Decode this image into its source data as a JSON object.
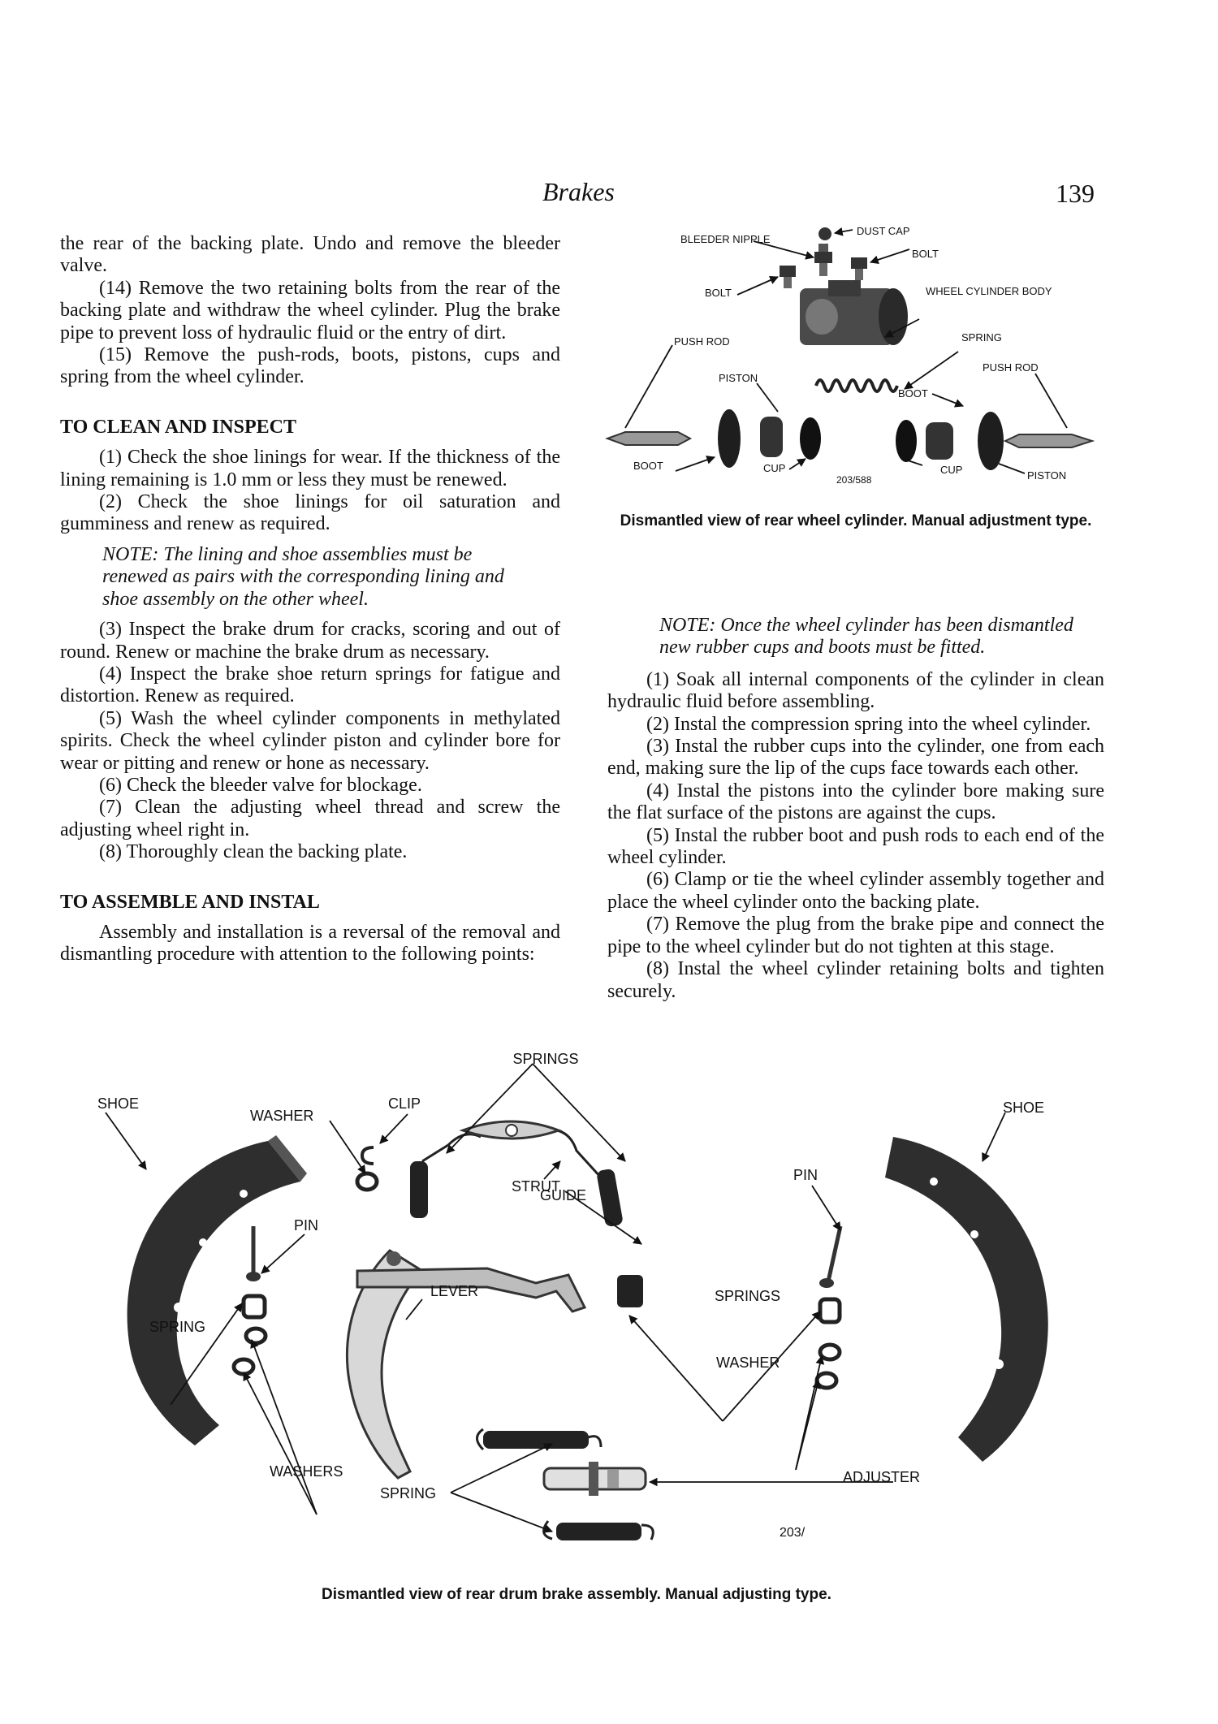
{
  "header": {
    "title": "Brakes",
    "page_number": "139"
  },
  "left_column": {
    "intro": "the rear of the backing plate. Undo and remove the bleeder valve.",
    "steps_removal": [
      "(14) Remove the two retaining bolts from the rear of the backing plate and withdraw the wheel cylinder. Plug the brake pipe to prevent loss of hydraulic fluid or the entry of dirt.",
      "(15) Remove the push-rods, boots, pistons, cups and spring from the wheel cylinder."
    ],
    "clean_heading": "TO CLEAN AND INSPECT",
    "clean_steps_a": [
      "(1) Check the shoe linings for wear. If the thickness of the lining remaining is 1.0 mm or less they must be renewed.",
      "(2) Check the shoe linings for oil saturation and gumminess and renew as required."
    ],
    "clean_note": "NOTE: The lining and shoe assemblies must be renewed as pairs with the corresponding lining and shoe assembly on the other wheel.",
    "clean_steps_b": [
      "(3) Inspect the brake drum for cracks, scoring and out of round. Renew or machine the brake drum as necessary.",
      "(4) Inspect the brake shoe return springs for fatigue and distortion. Renew as required.",
      "(5) Wash the wheel cylinder components in methylated spirits. Check the wheel cylinder piston and cylinder bore for wear or pitting and renew or hone as necessary.",
      "(6) Check the bleeder valve for blockage.",
      "(7) Clean the adjusting wheel thread and screw the adjusting wheel right in.",
      "(8) Thoroughly clean the backing plate."
    ],
    "assemble_heading": "TO ASSEMBLE AND INSTAL",
    "assemble_intro": "Assembly and installation is a reversal of the removal and dismantling procedure with attention to the following points:"
  },
  "right_column": {
    "note": "NOTE: Once the wheel cylinder has been dismantled new rubber cups and boots must be fitted.",
    "steps": [
      "(1) Soak all internal components of the cylinder in clean hydraulic fluid before assembling.",
      "(2) Instal the compression spring into the wheel cylinder.",
      "(3) Instal the rubber cups into the cylinder, one from each end, making sure the lip of the cups face towards each other.",
      "(4) Instal the pistons into the cylinder bore making sure the flat surface of the pistons are against the cups.",
      "(5) Instal the rubber boot and push rods to each end of the wheel cylinder.",
      "(6) Clamp or tie the wheel cylinder assembly together and place the wheel cylinder onto the backing plate.",
      "(7) Remove the plug from the brake pipe and connect the pipe to the wheel cylinder but do not tighten at this stage.",
      "(8) Instal the wheel cylinder retaining bolts and tighten securely."
    ]
  },
  "cylinder_figure": {
    "labels": {
      "dust_cap": "DUST CAP",
      "bleeder_nipple": "BLEEDER NIPPLE",
      "bolt_right": "BOLT",
      "bolt_left": "BOLT",
      "wheel_cylinder_body": "WHEEL CYLINDER BODY",
      "push_rod_left": "PUSH ROD",
      "spring": "SPRING",
      "push_rod_right": "PUSH ROD",
      "piston_left": "PISTON",
      "boot_right": "BOOT",
      "boot_left": "BOOT",
      "cup_left": "CUP",
      "ref": "203/588",
      "cup_right": "CUP",
      "piston_right": "PISTON"
    },
    "caption": "Dismantled view of rear wheel cylinder. Manual adjustment type."
  },
  "brake_figure": {
    "labels": {
      "springs_top": "SPRINGS",
      "shoe_left": "SHOE",
      "clip": "CLIP",
      "shoe_right": "SHOE",
      "washer_top": "WASHER",
      "pin_right": "PIN",
      "strut": "STRUT",
      "guide": "GUIDE",
      "pin_left": "PIN",
      "lever": "LEVER",
      "springs_mid": "SPRINGS",
      "spring_left": "SPRING",
      "washer_right": "WASHER",
      "washers": "WASHERS",
      "adjuster": "ADJUSTER",
      "spring_bottom": "SPRING",
      "ref": "203/"
    },
    "caption": "Dismantled view of rear drum brake assembly. Manual adjusting type."
  }
}
